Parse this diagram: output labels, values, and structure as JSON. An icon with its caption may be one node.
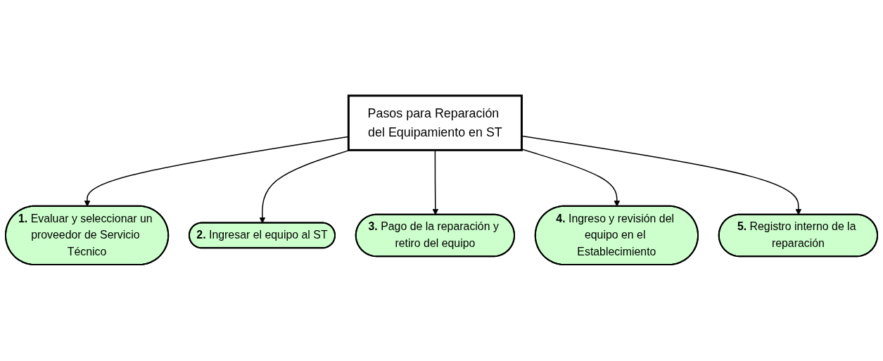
{
  "diagram": {
    "nodes": [
      {
        "text": [
          "Pasos para Reparación del Equipamiento en ST"
        ]
      },
      {
        "text": [
          "**1.** Evaluar y seleccionar un proveedor de Servicio Técnico"
        ]
      },
      {
        "text": [
          "**2.** Ingresar el equipo al ST"
        ]
      },
      {
        "text": [
          "**3.** Pago de la reparación y retiro del equipo"
        ]
      },
      {
        "text": [
          "**4.** Ingreso y revisión del equipo en el Establecimiento"
        ]
      },
      {
        "text": [
          "**5.** Registro interno de la reparación"
        ]
      }
    ],
    "edges": [
      {
        "from": 0,
        "to": 1,
        "arrow": "to"
      },
      {
        "from": 0,
        "to": 2,
        "arrow": "to"
      },
      {
        "from": 0,
        "to": 3,
        "arrow": "to"
      },
      {
        "from": 0,
        "to": 4,
        "arrow": "to"
      },
      {
        "from": 0,
        "to": 5,
        "arrow": "to"
      }
    ]
  }
}
